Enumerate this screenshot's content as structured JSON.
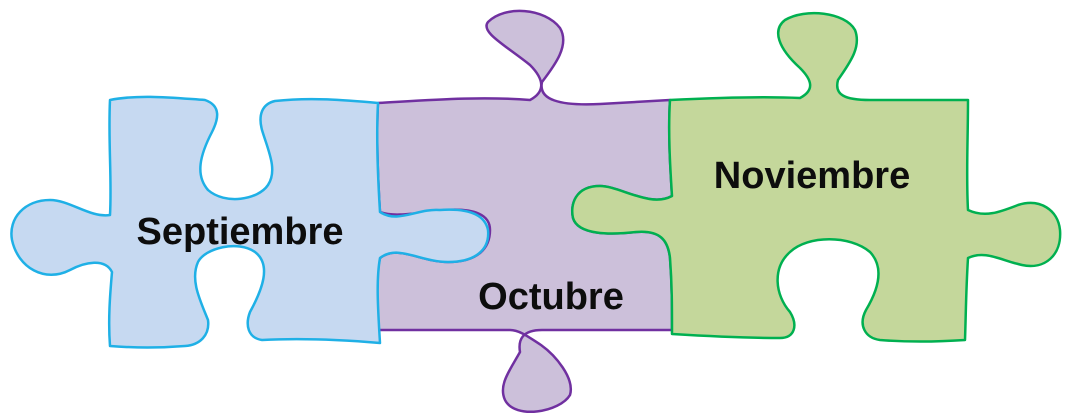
{
  "pieces": {
    "september": {
      "label": "Septiembre",
      "fill": "#c6d9f1",
      "stroke": "#1fb0e6"
    },
    "october": {
      "label": "Octubre",
      "fill": "#ccc0da",
      "stroke": "#7030a0"
    },
    "november": {
      "label": "Noviembre",
      "fill": "#c4d79b",
      "stroke": "#00b050"
    }
  }
}
